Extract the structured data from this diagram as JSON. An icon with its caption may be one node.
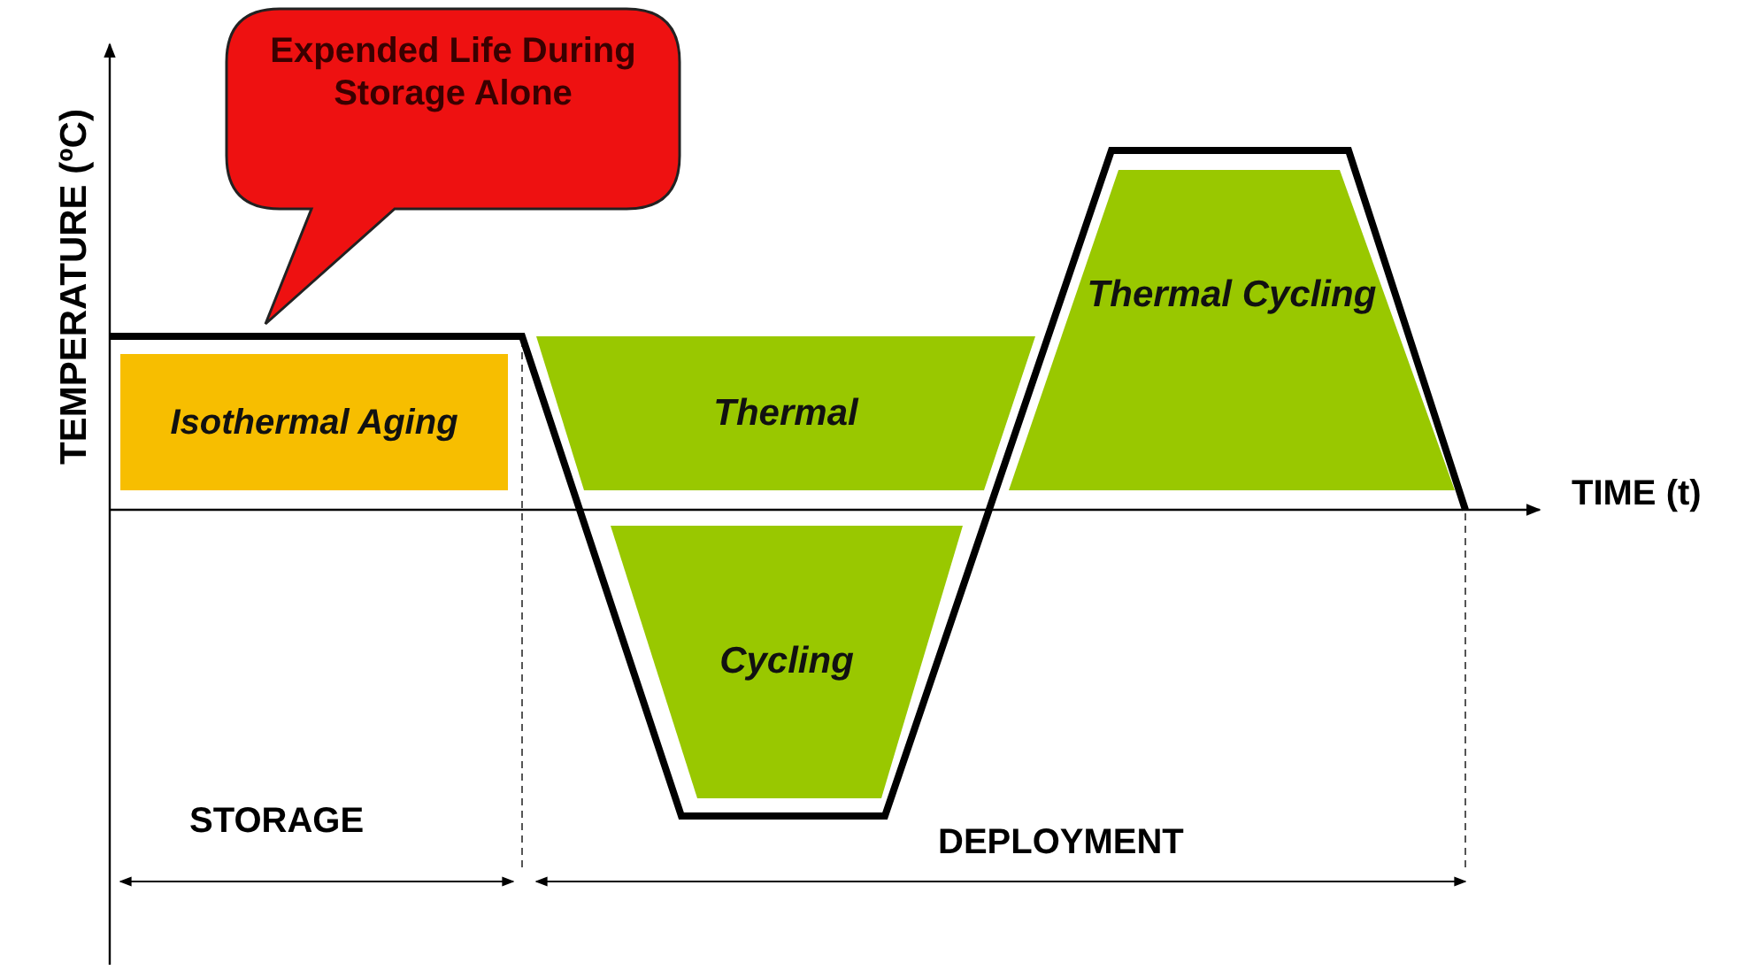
{
  "diagram": {
    "nodes": [
      {
        "text": [
          "Expended Life During Storage Alone"
        ]
      },
      {
        "text": [
          "Isothermal Aging"
        ]
      },
      {
        "text": [
          "Thermal"
        ]
      },
      {
        "text": [
          "Cycling"
        ]
      },
      {
        "text": [
          "Thermal Cycling"
        ]
      }
    ],
    "labels": [
      "TEMPERATURE (ºC)",
      "TIME (t)",
      "STORAGE",
      "DEPLOYMENT"
    ]
  }
}
